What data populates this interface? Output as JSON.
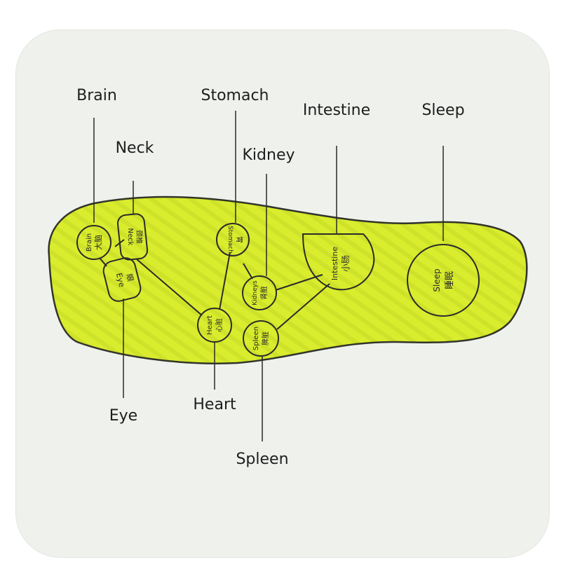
{
  "colors": {
    "insole_fill": "#d9ec2e",
    "insole_outline": "#32342a",
    "stripe": "#c4da22",
    "line": "#2b2b2b",
    "panel": "#eff1ed"
  },
  "labels": {
    "brain": "Brain",
    "neck": "Neck",
    "stomach": "Stomach",
    "kidney": "Kidney",
    "intestine": "Intestine",
    "sleep": "Sleep",
    "eye": "Eye",
    "heart": "Heart",
    "spleen": "Spleen"
  },
  "zones": {
    "brain": {
      "en": "Brain",
      "zh": "大脑"
    },
    "neck": {
      "en": "Neck",
      "zh": "颈椎"
    },
    "eye": {
      "en": "Eye",
      "zh": "眼"
    },
    "stomach": {
      "en": "Stomach",
      "zh": "胃"
    },
    "kidney": {
      "en": "Kidneys",
      "zh": "肾脏"
    },
    "heart": {
      "en": "Heart",
      "zh": "心脏"
    },
    "spleen": {
      "en": "Spleen",
      "zh": "脾脏"
    },
    "intestine": {
      "en": "Intestine",
      "zh": "小肠"
    },
    "sleep": {
      "en": "Sleep",
      "zh": "睡眠"
    }
  }
}
